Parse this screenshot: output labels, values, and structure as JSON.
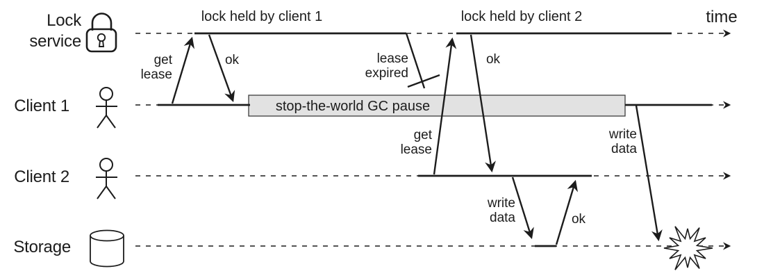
{
  "lanes": [
    {
      "id": "lock-service",
      "label": "Lock service",
      "icon": "padlock-icon"
    },
    {
      "id": "client-1",
      "label": "Client 1",
      "icon": "person-icon"
    },
    {
      "id": "client-2",
      "label": "Client 2",
      "icon": "person-icon"
    },
    {
      "id": "storage",
      "label": "Storage",
      "icon": "database-cylinder-icon"
    }
  ],
  "timeline": {
    "axis_label": "time"
  },
  "spans": [
    {
      "lane": "lock-service",
      "label": "lock held by client 1"
    },
    {
      "lane": "lock-service",
      "label": "lock held by client 2"
    },
    {
      "lane": "client-1",
      "label": "stop-the-world GC pause",
      "style": "gray-box"
    }
  ],
  "messages": [
    {
      "label": "get lease",
      "from": "client-1",
      "to": "lock-service"
    },
    {
      "label": "ok",
      "from": "lock-service",
      "to": "client-1"
    },
    {
      "label": "lease expired",
      "from": "lock-service",
      "style": "expiry-cross"
    },
    {
      "label": "get lease",
      "from": "client-2",
      "to": "lock-service"
    },
    {
      "label": "ok",
      "from": "lock-service",
      "to": "client-2"
    },
    {
      "label": "write data",
      "from": "client-2",
      "to": "storage"
    },
    {
      "label": "ok",
      "from": "storage",
      "to": "client-2"
    },
    {
      "label": "write data",
      "from": "client-1",
      "to": "storage",
      "result": "conflict-burst"
    }
  ],
  "colors": {
    "line": "#1c1c1c",
    "gc_box_fill": "#e2e2e2",
    "gc_box_border": "#3c3c3c",
    "background": "#ffffff"
  }
}
